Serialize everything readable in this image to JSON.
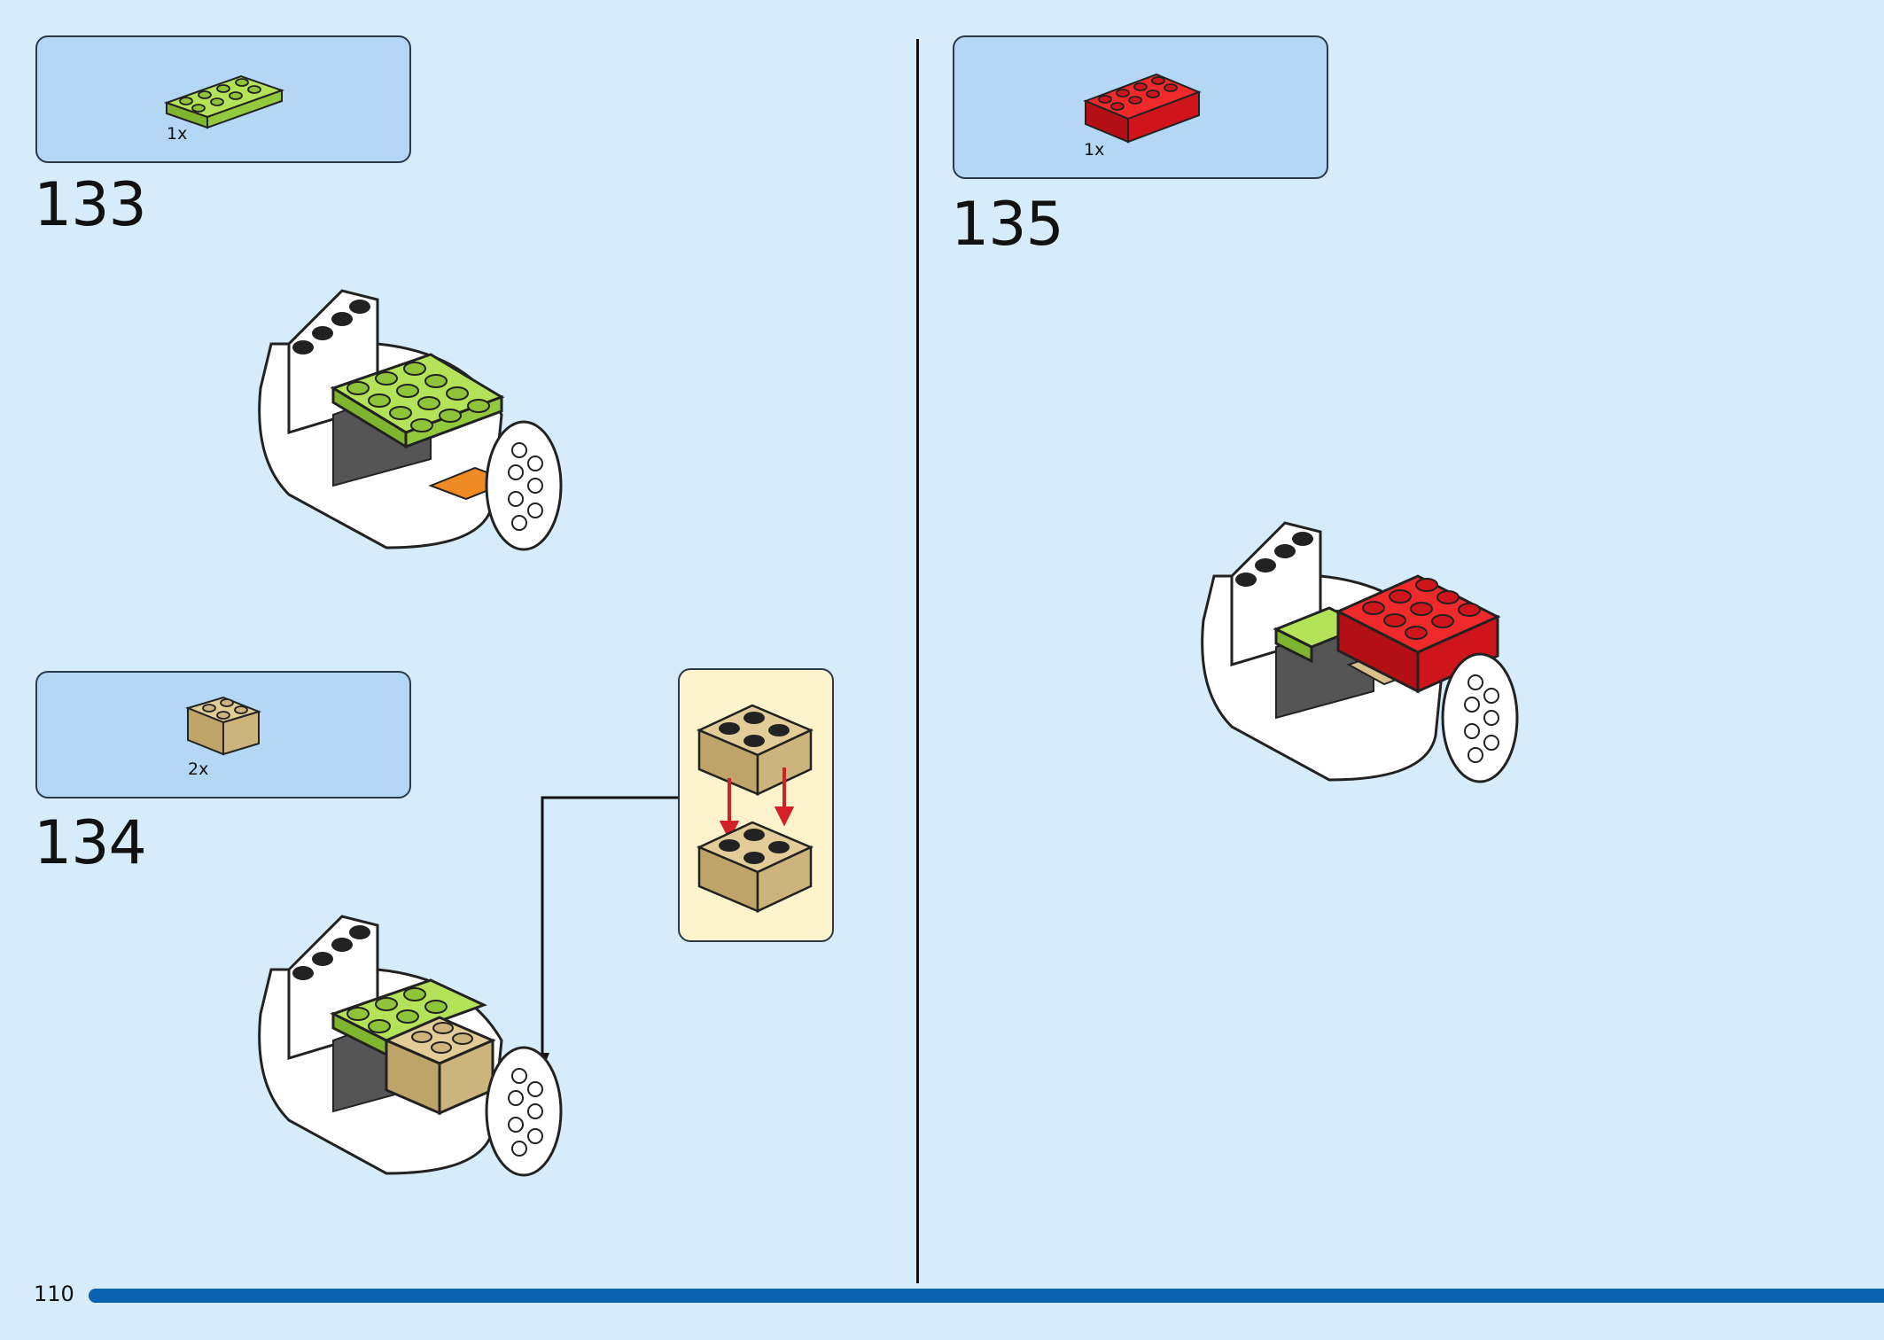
{
  "page": {
    "number": "110",
    "progress": 1.0
  },
  "steps": [
    {
      "number": "133",
      "part_qty": "1x",
      "part_icon": "lime-2x4-plate-icon",
      "part_color": "#a6d94a"
    },
    {
      "number": "134",
      "part_qty": "2x",
      "part_icon": "tan-2x2-brick-icon",
      "part_color": "#d8c08a"
    },
    {
      "number": "135",
      "part_qty": "1x",
      "part_icon": "red-2x4-brick-icon",
      "part_color": "#e0141c"
    }
  ],
  "colors": {
    "background": "#d6ecfb",
    "parts_box": "#b3d7f5",
    "callout": "#fdf3cc",
    "progress_bar": "#0a62b0",
    "arrow_red": "#d42028"
  }
}
